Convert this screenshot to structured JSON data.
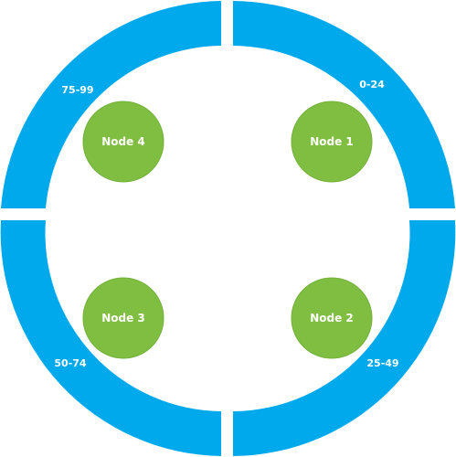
{
  "colors": {
    "ring": "#00a9ec",
    "node": "#7fbe41",
    "node_border": "#72b13a",
    "label": "#ffffff",
    "background": "#ffffff"
  },
  "segments": [
    {
      "id": "seg-top-right",
      "range": "0-24"
    },
    {
      "id": "seg-bottom-right",
      "range": "25-49"
    },
    {
      "id": "seg-bottom-left",
      "range": "50-74"
    },
    {
      "id": "seg-top-left",
      "range": "75-99"
    }
  ],
  "nodes": [
    {
      "id": "node-1",
      "label": "Node 1"
    },
    {
      "id": "node-2",
      "label": "Node 2"
    },
    {
      "id": "node-3",
      "label": "Node 3"
    },
    {
      "id": "node-4",
      "label": "Node 4"
    }
  ]
}
